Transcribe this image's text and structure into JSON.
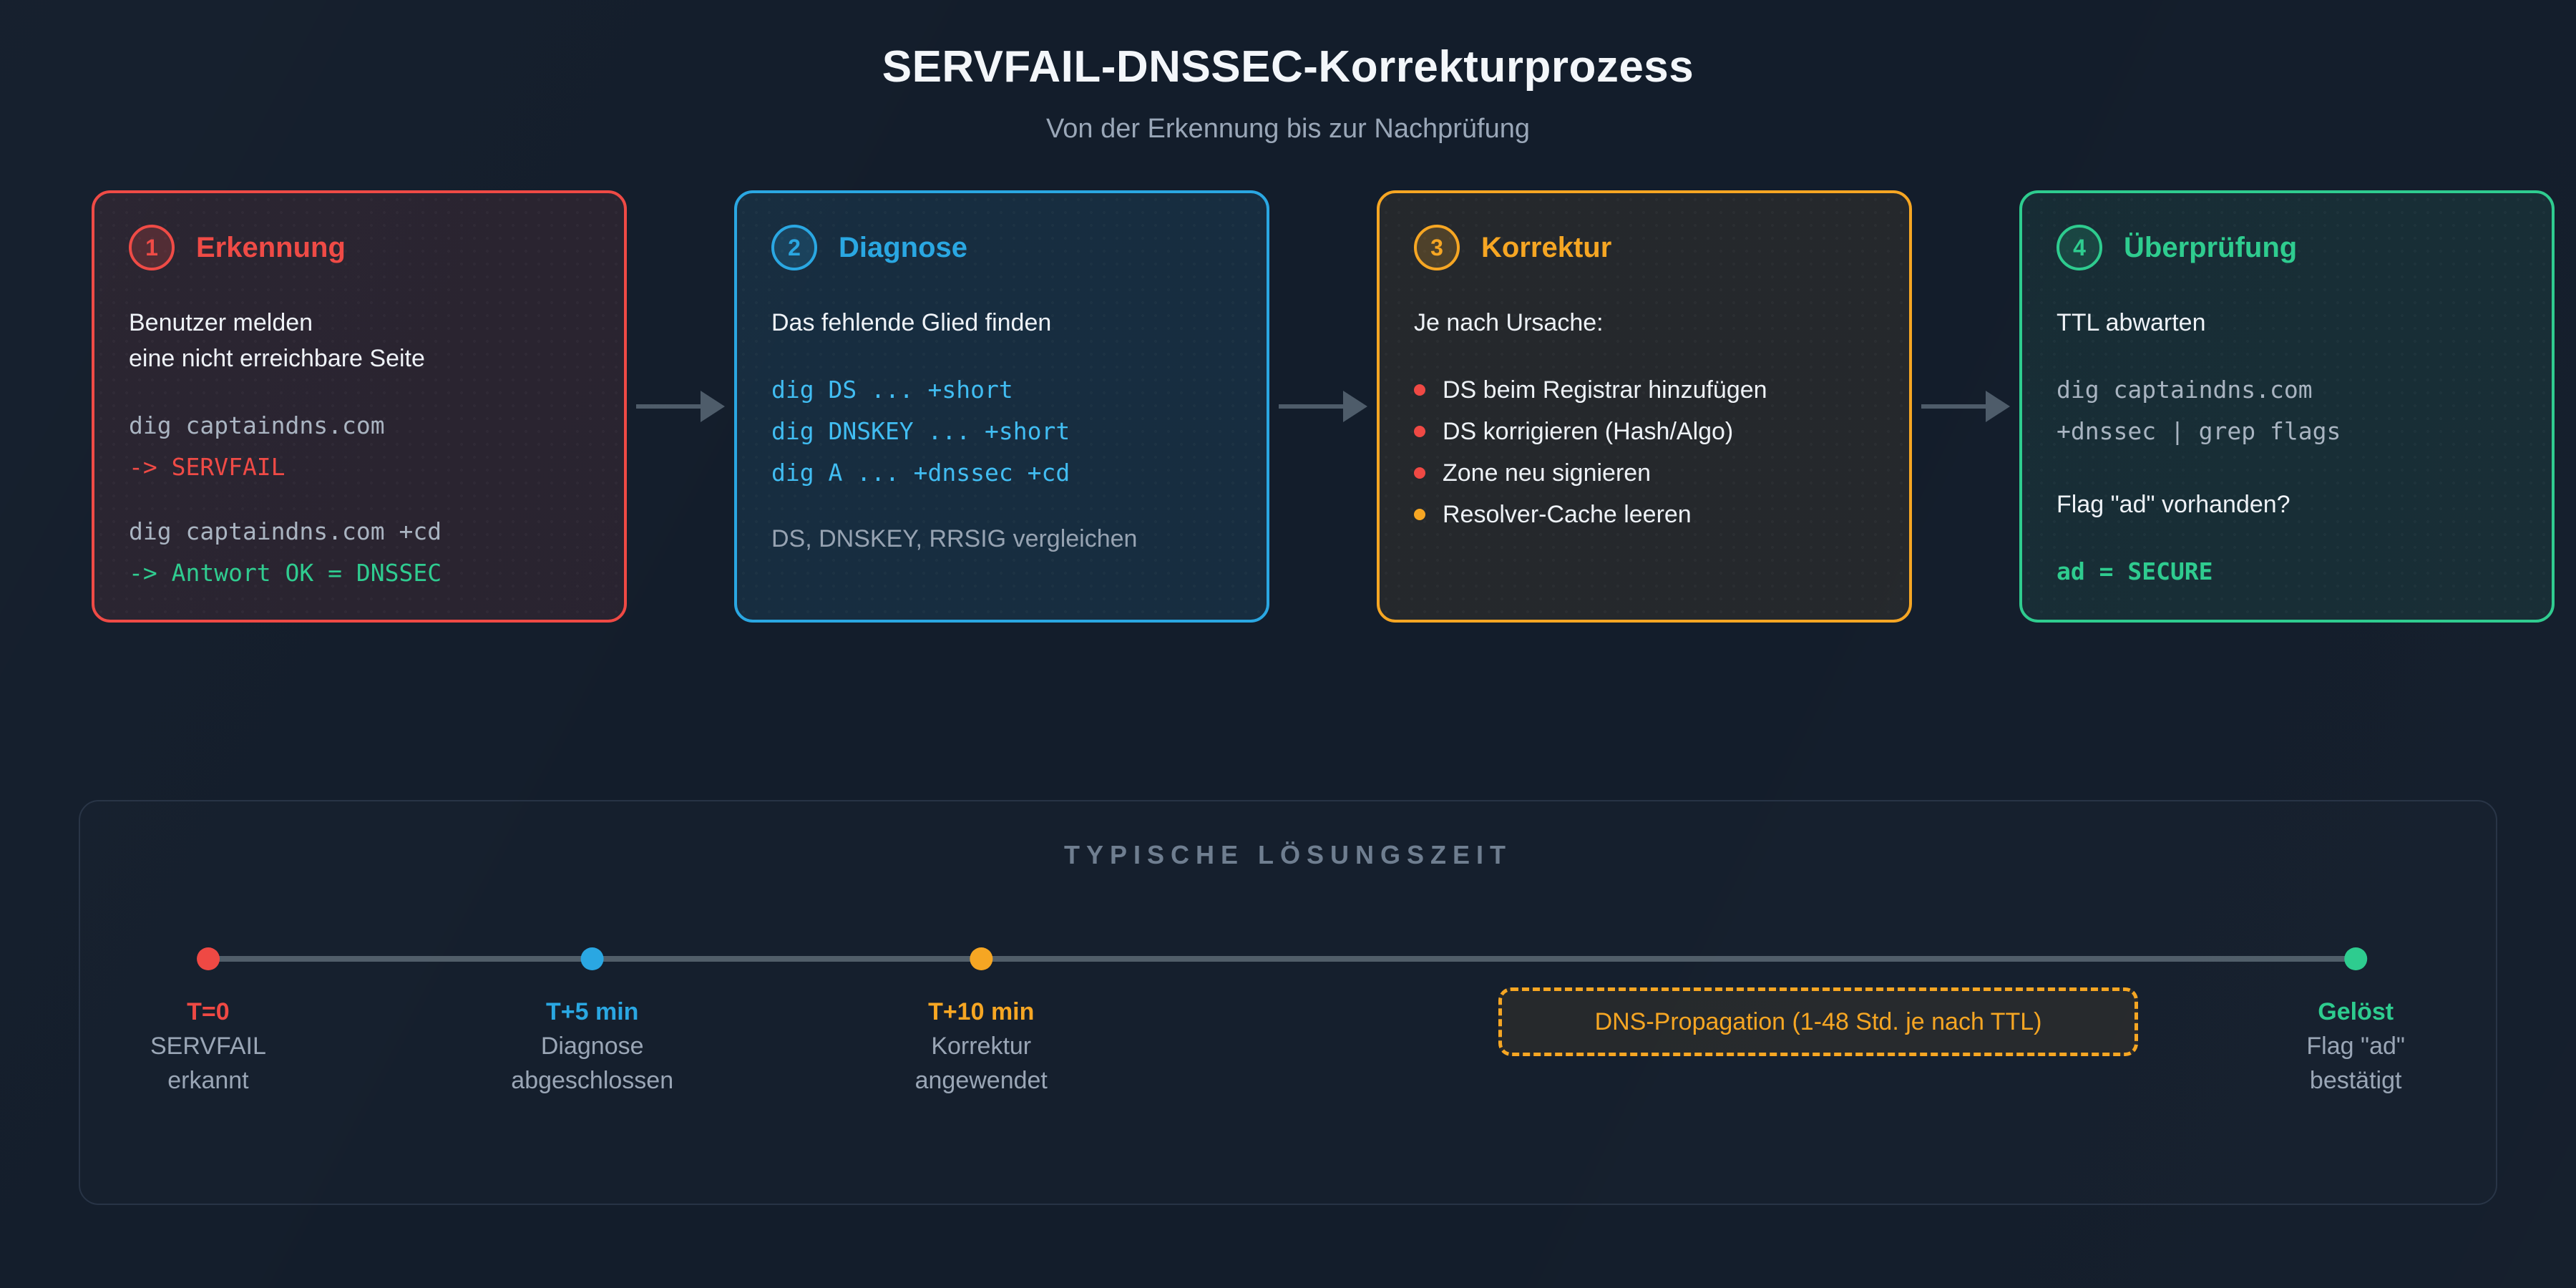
{
  "header": {
    "title": "SERVFAIL-DNSSEC-Korrekturprozess",
    "subtitle": "Von der Erkennung bis zur Nachprüfung"
  },
  "steps": [
    {
      "number": "1",
      "title": "Erkennung",
      "accent": "#ef4944",
      "description_lines": [
        "Benutzer melden",
        "eine nicht erreichbare Seite"
      ],
      "code_block_1": [
        "dig captaindns.com",
        "-> SERVFAIL"
      ],
      "code_block_2": [
        "dig captaindns.com +cd",
        "-> Antwort OK = DNSSEC"
      ]
    },
    {
      "number": "2",
      "title": "Diagnose",
      "accent": "#2aa7e2",
      "code_color": "#41bdf2",
      "description": "Das fehlende Glied finden",
      "code_lines": [
        "dig DS ... +short",
        "dig DNSKEY ... +short",
        "dig A ... +dnssec +cd"
      ],
      "note": "DS, DNSKEY, RRSIG vergleichen"
    },
    {
      "number": "3",
      "title": "Korrektur",
      "accent": "#f6a623",
      "description": "Je nach Ursache:",
      "bullets": [
        {
          "text": "DS beim Registrar hinzufügen",
          "dot_color": "#ef4944"
        },
        {
          "text": "DS korrigieren (Hash/Algo)",
          "dot_color": "#ef4944"
        },
        {
          "text": "Zone neu signieren",
          "dot_color": "#ef4944"
        },
        {
          "text": "Resolver-Cache leeren",
          "dot_color": "#f6a623"
        }
      ]
    },
    {
      "number": "4",
      "title": "Überprüfung",
      "accent": "#2ecc8f",
      "description": "TTL abwarten",
      "code_lines": [
        "dig captaindns.com",
        "+dnssec | grep flags"
      ],
      "question": "Flag \"ad\" vorhanden?",
      "result": "ad = SECURE"
    }
  ],
  "timeline": {
    "heading": "TYPISCHE LÖSUNGSZEIT",
    "milestones": [
      {
        "time": "T=0",
        "lines": [
          "SERVFAIL",
          "erkannt"
        ],
        "color": "#ef4944"
      },
      {
        "time": "T+5 min",
        "lines": [
          "Diagnose",
          "abgeschlossen"
        ],
        "color": "#2aa7e2"
      },
      {
        "time": "T+10 min",
        "lines": [
          "Korrektur",
          "angewendet"
        ],
        "color": "#f6a623"
      },
      {
        "time": "Gelöst",
        "lines": [
          "Flag \"ad\"",
          "bestätigt"
        ],
        "color": "#2ecc8f"
      }
    ],
    "propagation_label": "DNS-Propagation (1-48 Std. je nach TTL)"
  }
}
